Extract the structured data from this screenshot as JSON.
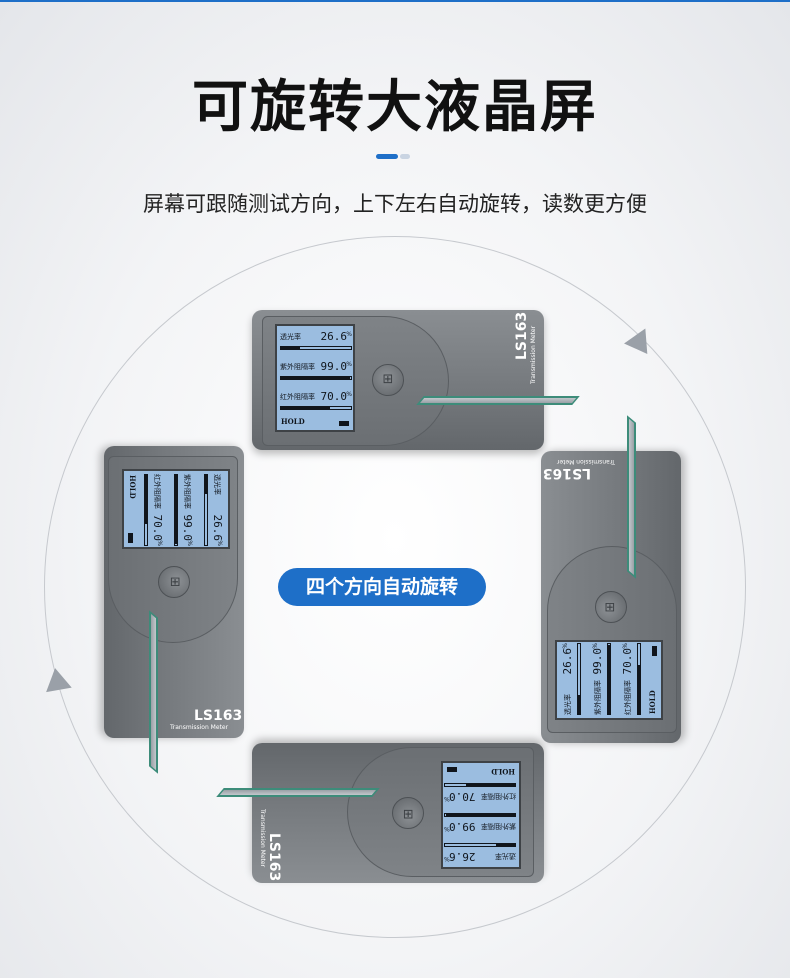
{
  "title": "可旋转大液晶屏",
  "subtitle": "屏幕可跟随测试方向，上下左右自动旋转，读数更方便",
  "badge": "四个方向自动旋转",
  "colors": {
    "accent": "#1e6fc8",
    "lcd": "#9bbde0",
    "device_body": "#74787c",
    "glass_edge": "#3d8c7a"
  },
  "device": {
    "model": "LS163",
    "model_sub": "Transmission Meter",
    "knob_icon": "logo-icon",
    "screen": {
      "rows": [
        {
          "label": "透光率",
          "value": "26.6",
          "unit": "%",
          "fill": 0.27
        },
        {
          "label": "紫外阻隔率",
          "value": "99.0",
          "unit": "%",
          "fill": 0.99
        },
        {
          "label": "红外阻隔率",
          "value": "70.0",
          "unit": "%",
          "fill": 0.7
        }
      ],
      "hold": "HOLD"
    }
  }
}
